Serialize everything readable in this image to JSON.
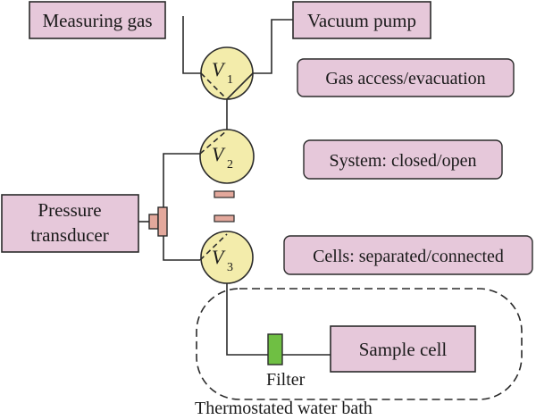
{
  "colors": {
    "box_fill": "#e6c8da",
    "box_stroke": "#2a2a2a",
    "valve_fill": "#f3ecab",
    "line": "#2a2a2a",
    "transducer_fill": "#e3a89c",
    "filter_fill": "#6fbf43",
    "bath_stroke": "#2a2a2a"
  },
  "labels": {
    "measuring_gas": "Measuring gas",
    "vacuum_pump": "Vacuum pump",
    "pressure_line1": "Pressure",
    "pressure_line2": "transducer",
    "sample_cell": "Sample cell",
    "filter": "Filter",
    "water_bath": "Thermostated water bath",
    "v1_letter": "V",
    "v1_sub": "1",
    "v2_letter": "V",
    "v2_sub": "2",
    "v3_letter": "V",
    "v3_sub": "3",
    "state_v1": "Gas access/evacuation",
    "state_v2": "System: closed/open",
    "state_v3": "Cells: separated/connected"
  }
}
